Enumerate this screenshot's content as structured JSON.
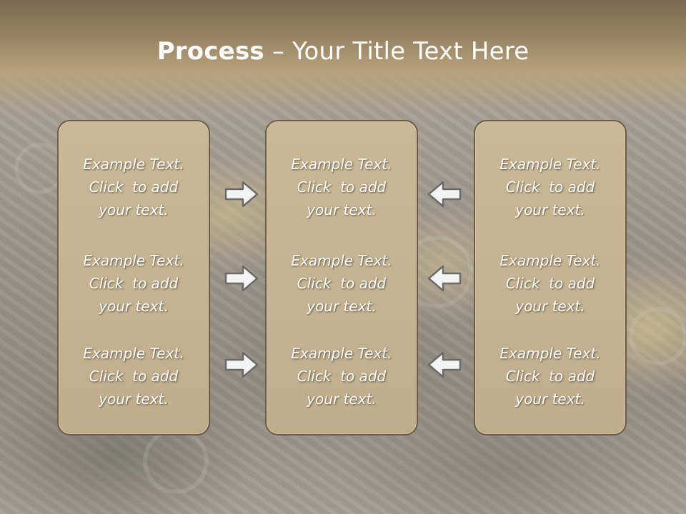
{
  "slide": {
    "title_bold": "Process",
    "title_rest": " – Your Title Text Here"
  },
  "columns": [
    {
      "items": [
        {
          "line1": "Example Text.",
          "line2": "Click  to add",
          "line3": "your text."
        },
        {
          "line1": "Example Text.",
          "line2": "Click  to add",
          "line3": "your text."
        },
        {
          "line1": "Example Text.",
          "line2": "Click  to add",
          "line3": "your text."
        }
      ]
    },
    {
      "items": [
        {
          "line1": "Example Text.",
          "line2": "Click  to add",
          "line3": "your text."
        },
        {
          "line1": "Example Text.",
          "line2": "Click  to add",
          "line3": "your text."
        },
        {
          "line1": "Example Text.",
          "line2": "Click  to add",
          "line3": "your text."
        }
      ]
    },
    {
      "items": [
        {
          "line1": "Example Text.",
          "line2": "Click  to add",
          "line3": "your text."
        },
        {
          "line1": "Example Text.",
          "line2": "Click  to add",
          "line3": "your text."
        },
        {
          "line1": "Example Text.",
          "line2": "Click  to add",
          "line3": "your text."
        }
      ]
    }
  ],
  "arrows": {
    "left_group": {
      "icon": "arrow-right-icon",
      "direction": "right"
    },
    "right_group": {
      "icon": "arrow-left-icon",
      "direction": "left"
    }
  },
  "colors": {
    "box_fill": "#c6b494",
    "box_border": "#6e5a42",
    "title_band": "#9a8565",
    "text": "#ffffff"
  }
}
